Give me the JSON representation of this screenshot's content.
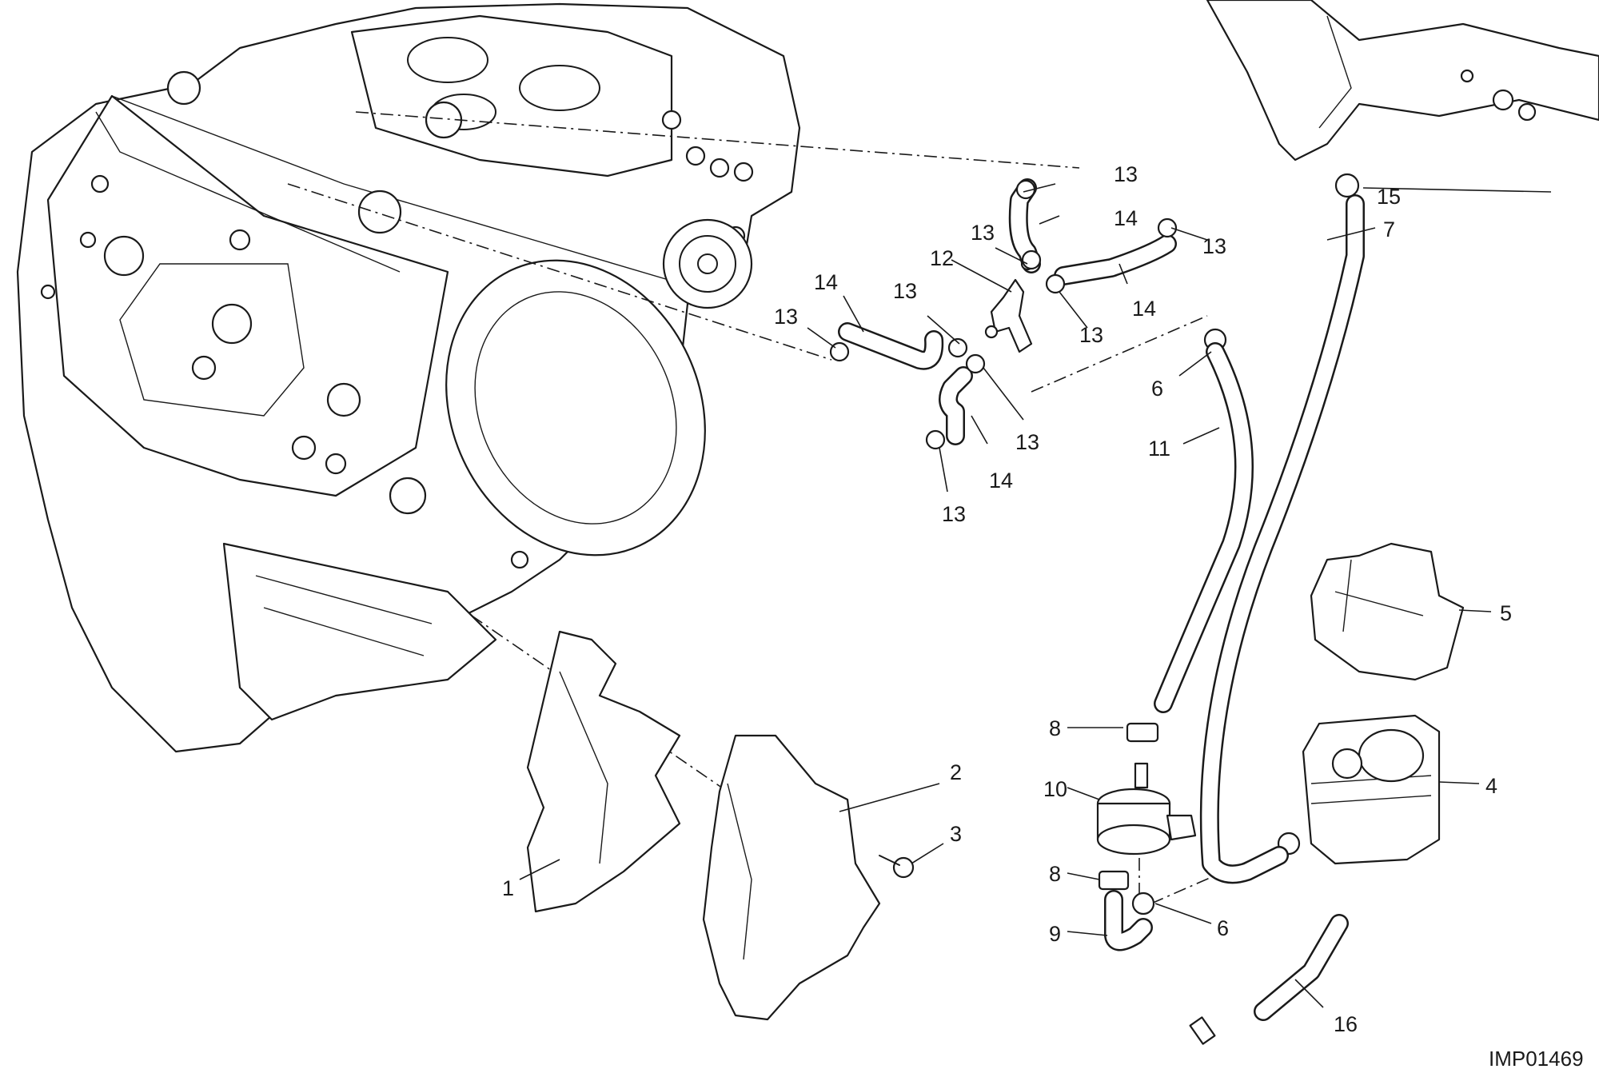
{
  "drawing_code": "IMP01469",
  "callouts": [
    "1",
    "2",
    "3",
    "4",
    "5",
    "6",
    "6",
    "7",
    "8",
    "8",
    "9",
    "10",
    "11",
    "12",
    "13",
    "13",
    "13",
    "13",
    "13",
    "13",
    "13",
    "13",
    "14",
    "14",
    "14",
    "14",
    "15",
    "16"
  ],
  "colors": {
    "ink": "#1a1a1a",
    "background": "#ffffff"
  }
}
